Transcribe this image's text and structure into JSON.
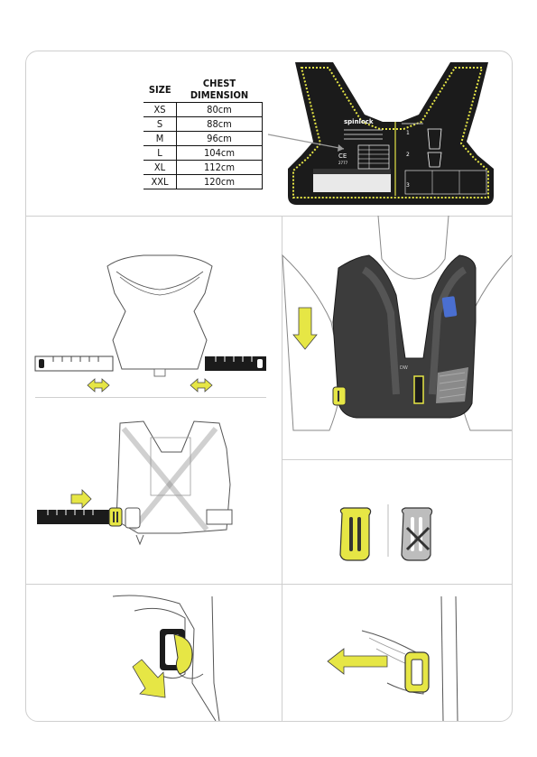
{
  "size_chart": {
    "headers": {
      "size": "SIZE",
      "chest": "CHEST DIMENSION"
    },
    "rows": [
      {
        "size": "XS",
        "chest": "80cm"
      },
      {
        "size": "S",
        "chest": "88cm"
      },
      {
        "size": "M",
        "chest": "96cm"
      },
      {
        "size": "L",
        "chest": "104cm"
      },
      {
        "size": "XL",
        "chest": "112cm"
      },
      {
        "size": "XXL",
        "chest": "120cm"
      }
    ]
  },
  "label": {
    "brand": "spinlock",
    "ce_mark": "CE",
    "ce_code": "2777",
    "steps": [
      "1",
      "2",
      "3"
    ]
  },
  "vest_badge": "DW",
  "colors": {
    "accent": "#e6e645",
    "dark": "#1b1b1b",
    "line": "#cfcfcf"
  }
}
